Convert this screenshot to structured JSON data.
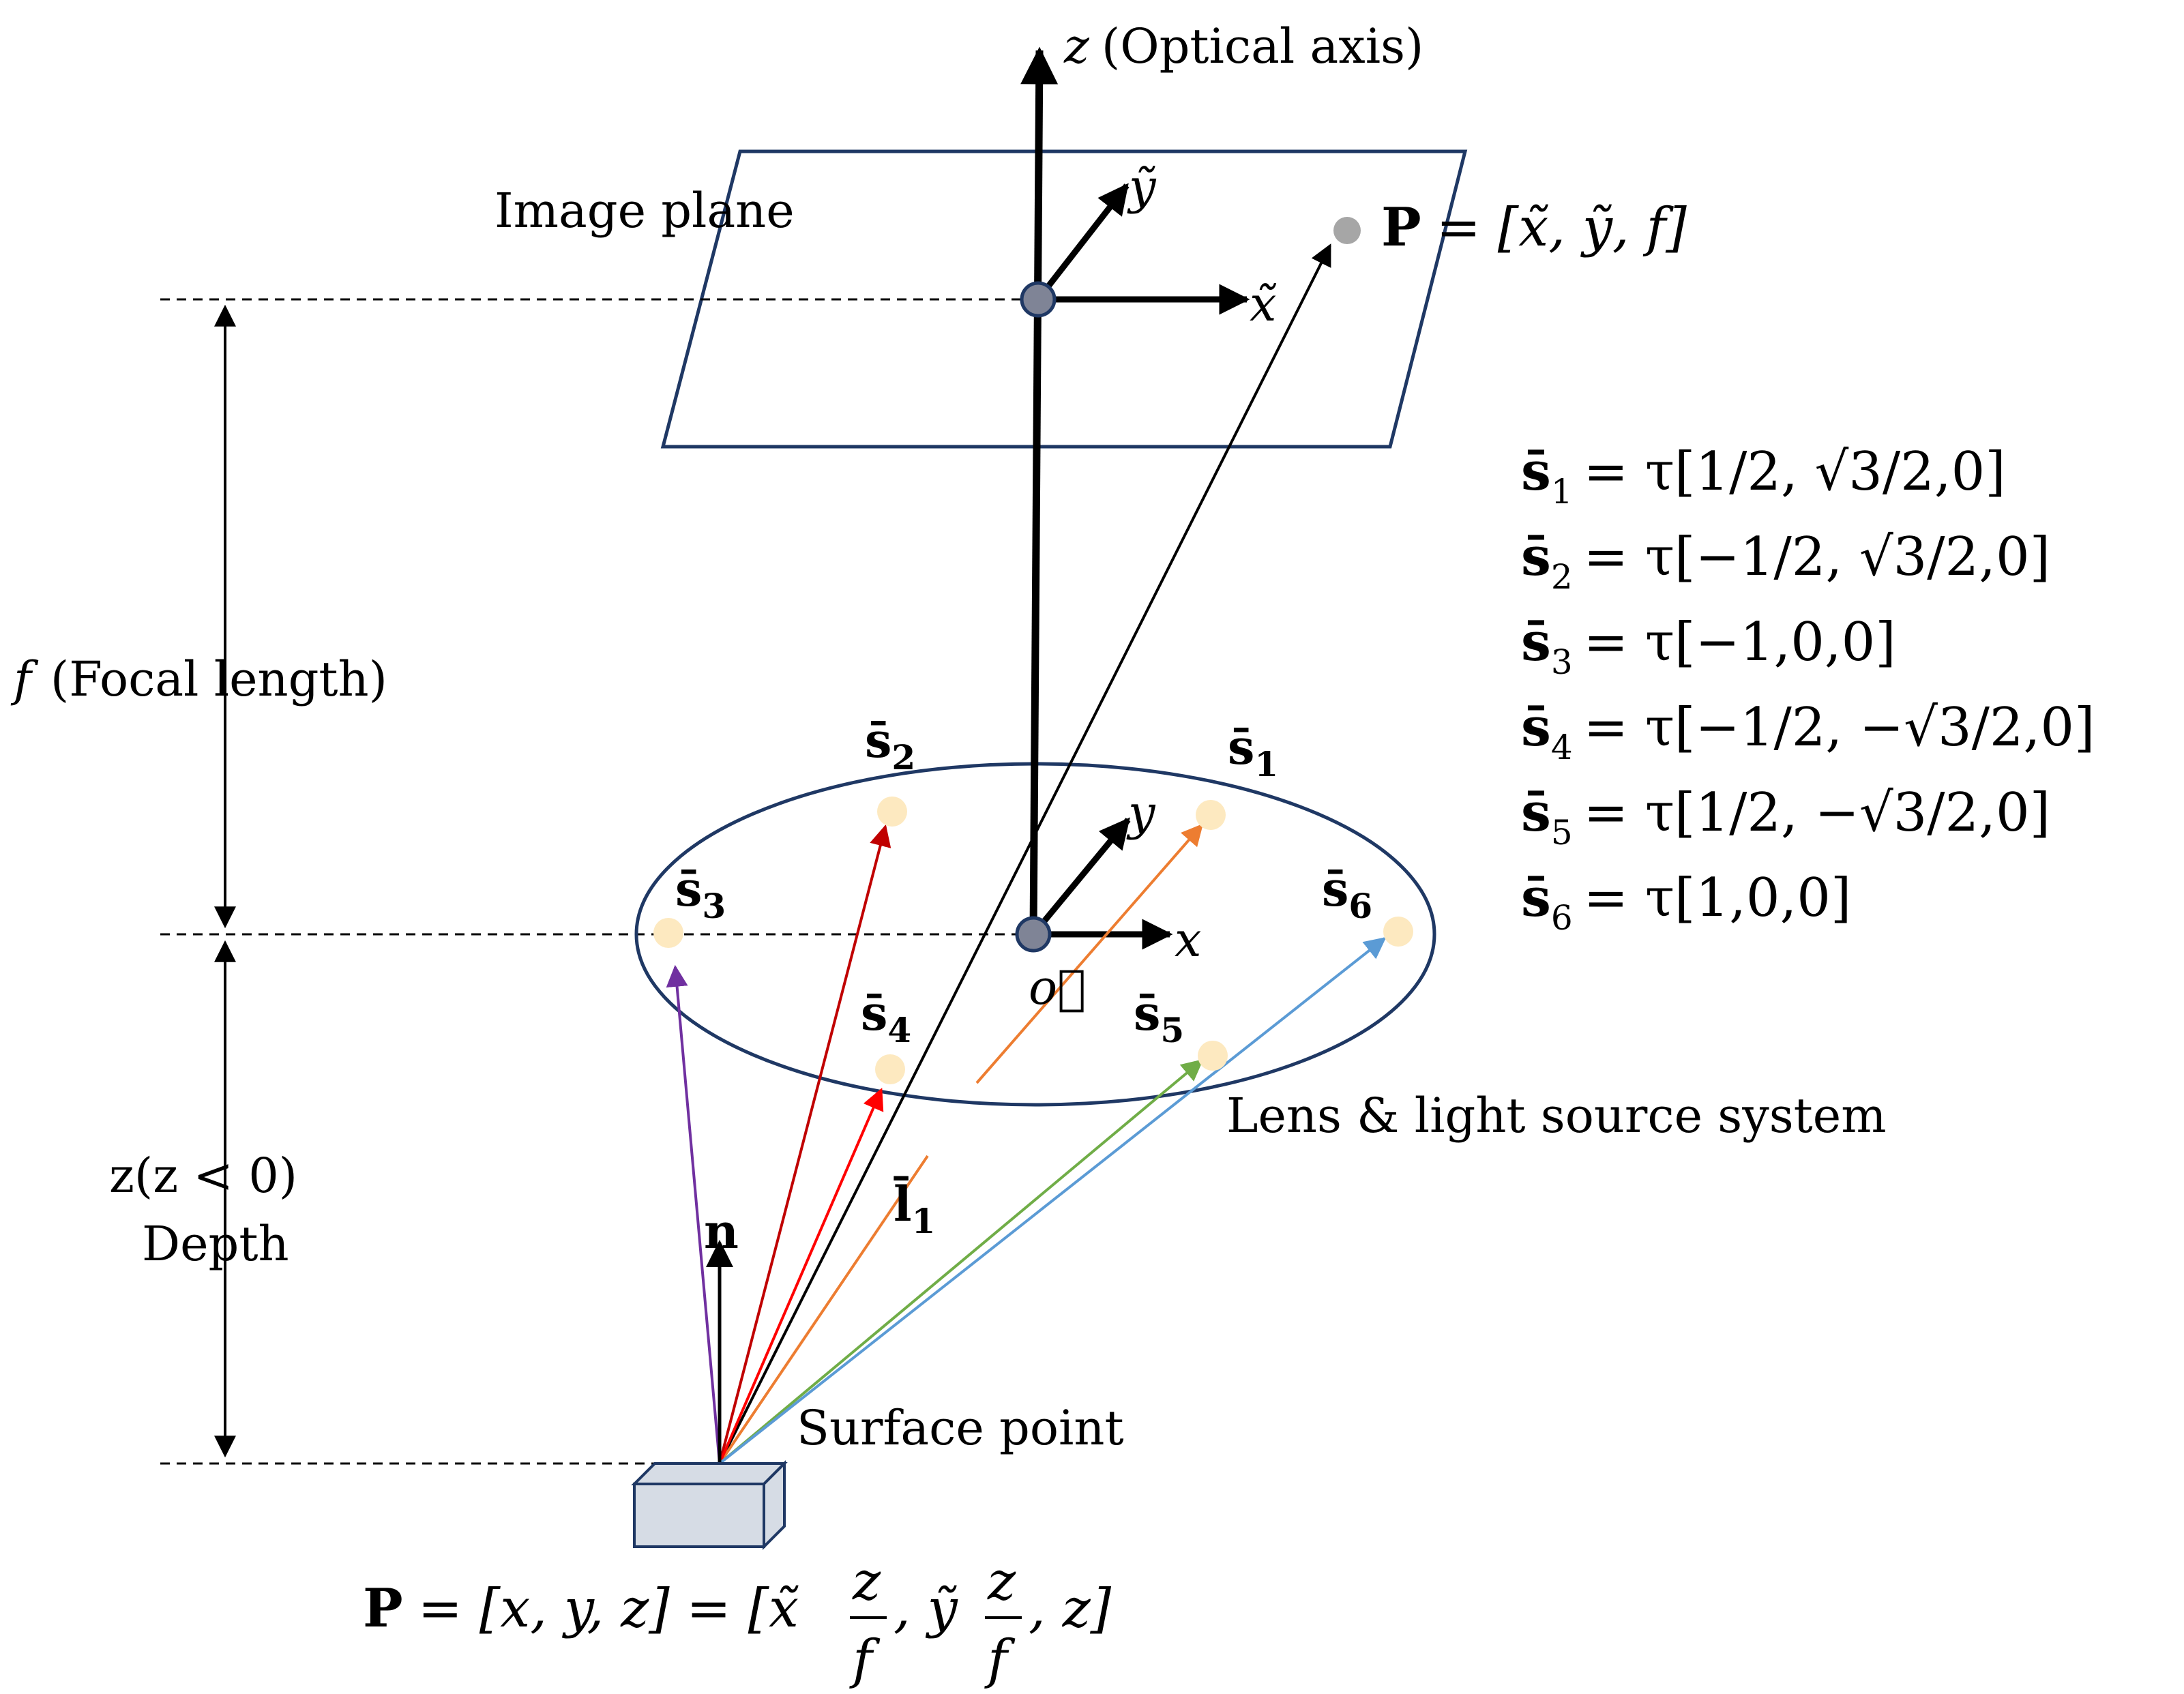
{
  "colors": {
    "plane": "#1f3864",
    "axis": "#000000",
    "source_dot": "#fde9c0",
    "origin_dot": "#7f8496",
    "p_dot": "#a6a6a6",
    "box_fill": "#d6dce5",
    "arrow_s1": "#ed7d31",
    "arrow_s2": "#c00000",
    "arrow_s3": "#7030a0",
    "arrow_s4": "#ff0000",
    "arrow_s5": "#70ad47",
    "arrow_s6": "#5b9bd5"
  },
  "labels": {
    "z_axis_var": "z",
    "z_axis_desc": "(Optical axis)",
    "image_plane": "Image plane",
    "x_tilde": "x̃",
    "y_tilde": "ỹ",
    "p_image_bold": "P",
    "p_image_rest": "= [x̃, ỹ, f]",
    "focal_var": "f",
    "focal_desc": "(Focal length)",
    "depth_line1": "z(z < 0)",
    "depth_line2": "Depth",
    "x": "x",
    "y": "y",
    "origin": "o⃗",
    "lens_system": "Lens & light source system",
    "surface_point": "Surface point",
    "normal": "n",
    "light_vec": "l̄",
    "light_vec_sub": "1",
    "p_world_bold": "P",
    "p_world_a": "= [x, y, z] = [x̃",
    "p_world_b": ", ỹ",
    "p_world_c": ", z]",
    "frac_num": "z",
    "frac_den": "f"
  },
  "sources": [
    {
      "id": "s1",
      "base": "s̄",
      "sub": "1"
    },
    {
      "id": "s2",
      "base": "s̄",
      "sub": "2"
    },
    {
      "id": "s3",
      "base": "s̄",
      "sub": "3"
    },
    {
      "id": "s4",
      "base": "s̄",
      "sub": "4"
    },
    {
      "id": "s5",
      "base": "s̄",
      "sub": "5"
    },
    {
      "id": "s6",
      "base": "s̄",
      "sub": "6"
    }
  ],
  "equations": [
    {
      "base": "s̄",
      "sub": "1",
      "rhs": "= τ[1/2, √3/2,0]"
    },
    {
      "base": "s̄",
      "sub": "2",
      "rhs": "= τ[−1/2, √3/2,0]"
    },
    {
      "base": "s̄",
      "sub": "3",
      "rhs": "= τ[−1,0,0]"
    },
    {
      "base": "s̄",
      "sub": "4",
      "rhs": "= τ[−1/2, −√3/2,0]"
    },
    {
      "base": "s̄",
      "sub": "5",
      "rhs": "= τ[1/2, −√3/2,0]"
    },
    {
      "base": "s̄",
      "sub": "6",
      "rhs": "= τ[1,0,0]"
    }
  ]
}
